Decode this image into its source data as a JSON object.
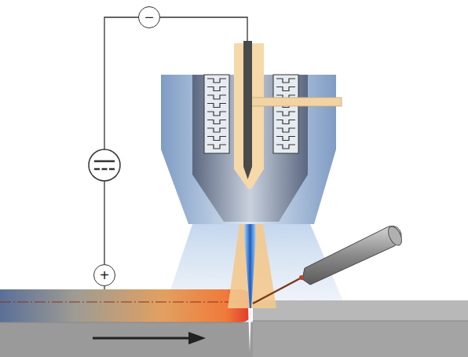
{
  "diagram": {
    "nodes": [
      {
        "text": [
          "−"
        ]
      },
      {
        "text": [
          "+"
        ]
      }
    ],
    "edges": [
      {
        "from": 0,
        "to": 1,
        "arrow": "none"
      }
    ]
  }
}
